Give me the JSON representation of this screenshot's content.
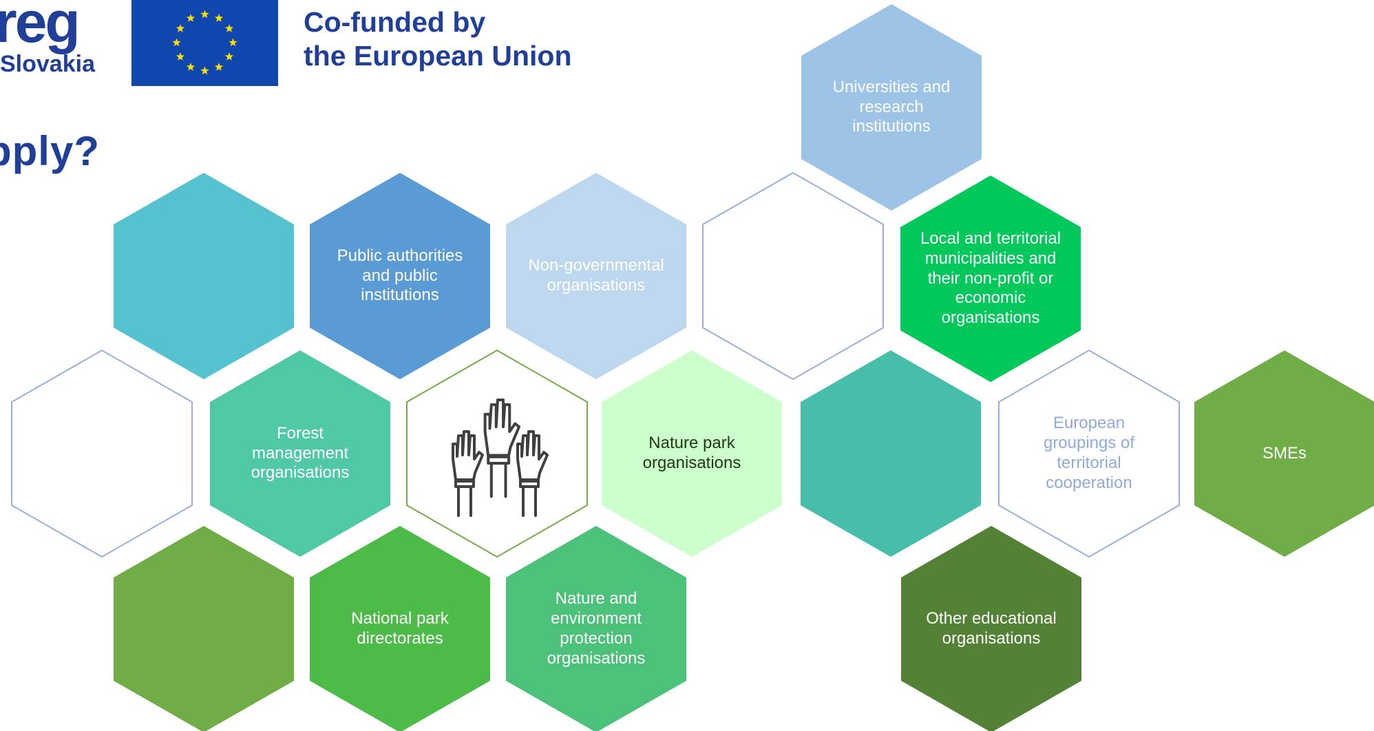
{
  "header": {
    "logo_word": "reg",
    "logo_country": "Slovakia",
    "cofund_line1": "Co-funded by",
    "cofund_line2": "the European Union",
    "title_fragment": "pply?"
  },
  "colors": {
    "brand_blue": "#1f3f98",
    "eu_blue": "#0f47af",
    "eu_star": "#ffdd00"
  },
  "hexagons": [
    {
      "id": "hex-teal-top-left",
      "label": "",
      "fill": "#54c2cf",
      "stroke": null,
      "text_color": "#ffffff"
    },
    {
      "id": "hex-public-authorities",
      "label": "Public authorities and public institutions",
      "fill": "#5b9bd5",
      "stroke": null,
      "text_color": "#ffffff"
    },
    {
      "id": "hex-ngos",
      "label": "Non-governmental organisations",
      "fill": "#bdd7ee",
      "stroke": null,
      "text_color": "#ffffff"
    },
    {
      "id": "hex-outline-top-middle",
      "label": "",
      "fill": "#ffffff",
      "stroke": "#9aaee0",
      "text_color": "#9aaee0"
    },
    {
      "id": "hex-universities",
      "label": "Universities and research institutions",
      "fill": "#9dc3e6",
      "stroke": null,
      "text_color": "#ffffff"
    },
    {
      "id": "hex-local-municipalities",
      "label": "Local and territorial municipalities and their non-profit or economic organisations",
      "fill": "#00c85a",
      "stroke": null,
      "text_color": "#ffffff"
    },
    {
      "id": "hex-outline-left",
      "label": "",
      "fill": "#ffffff",
      "stroke": "#9aaee0",
      "text_color": "#9aaee0"
    },
    {
      "id": "hex-forest-management",
      "label": "Forest management organisations",
      "fill": "#4fc8a5",
      "stroke": null,
      "text_color": "#ffffff"
    },
    {
      "id": "hex-center-icon",
      "label": "",
      "fill": "#ffffff",
      "stroke": "#70ad47",
      "text_color": "#404040"
    },
    {
      "id": "hex-nature-park",
      "label": "Nature park organisations",
      "fill": "#ccffcc",
      "stroke": null,
      "text_color": "#1e3a12"
    },
    {
      "id": "hex-teal-right",
      "label": "",
      "fill": "#47bea9",
      "stroke": null,
      "text_color": "#ffffff"
    },
    {
      "id": "hex-egtc",
      "label": "European groupings of territorial cooperation",
      "fill": "#ffffff",
      "stroke": "#9aaee0",
      "text_color": "#8faadc"
    },
    {
      "id": "hex-smes",
      "label": "SMEs",
      "fill": "#70ad47",
      "stroke": null,
      "text_color": "#ffffff"
    },
    {
      "id": "hex-green-bottom-left",
      "label": "",
      "fill": "#70ad47",
      "stroke": null,
      "text_color": "#ffffff"
    },
    {
      "id": "hex-national-park",
      "label": "National park directorates",
      "fill": "#4cbb47",
      "stroke": null,
      "text_color": "#ffffff"
    },
    {
      "id": "hex-nature-environment",
      "label": "Nature and environment protection organisations",
      "fill": "#4cc17a",
      "stroke": null,
      "text_color": "#ffffff"
    },
    {
      "id": "hex-other-educational",
      "label": "Other educational organisations",
      "fill": "#538135",
      "stroke": null,
      "text_color": "#ffffff"
    }
  ],
  "center_icon": "raised-hands-icon"
}
